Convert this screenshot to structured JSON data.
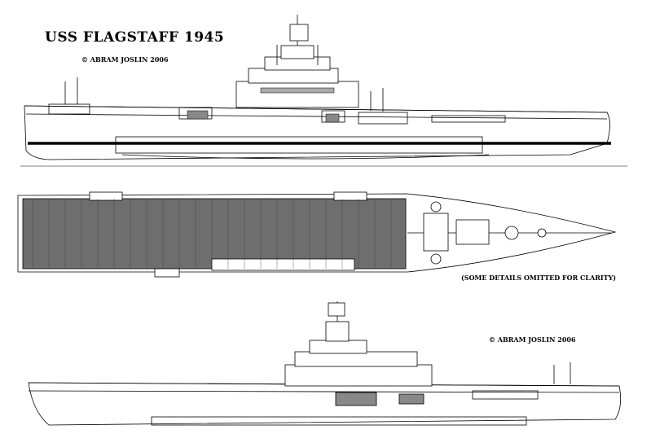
{
  "drawing": {
    "title": "USS FLAGSTAFF 1945",
    "copyright_top": "© ABRAM JOSLIN 2006",
    "note": "(SOME DETAILS OMITTED FOR CLARITY)",
    "copyright_bottom": "© ABRAM JOSLIN 2006"
  },
  "colors": {
    "line": "#000000",
    "paper": "#ffffff",
    "deck_planking": "#6e6e6e",
    "hull_fill": "#ffffff"
  },
  "views": [
    "starboard-profile",
    "plan-view",
    "port-profile"
  ]
}
